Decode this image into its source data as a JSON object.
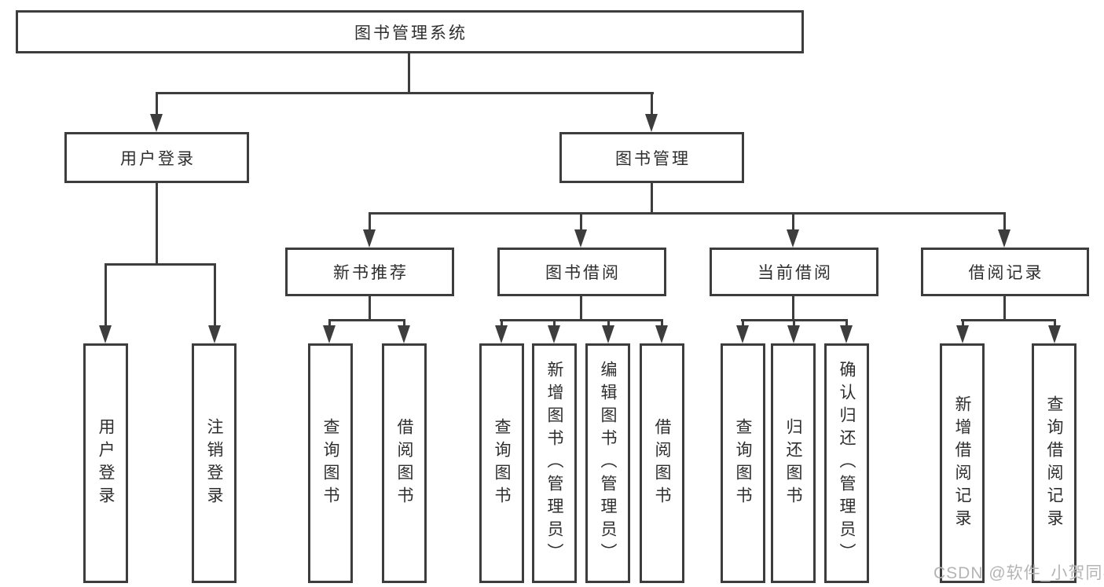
{
  "root": {
    "label": "图书管理系统"
  },
  "branches": {
    "user_login": {
      "label": "用户登录"
    },
    "book_mgmt": {
      "label": "图书管理"
    }
  },
  "modules": {
    "new_books": {
      "label": "新书推荐"
    },
    "book_borrow": {
      "label": "图书借阅"
    },
    "current_borrow": {
      "label": "当前借阅"
    },
    "borrow_records": {
      "label": "借阅记录"
    }
  },
  "functions": {
    "ul_login": "用户登录",
    "ul_logout": "注销登录",
    "nb_query": "查询图书",
    "nb_borrow": "借阅图书",
    "bb_query": "查询图书",
    "bb_add": "新增图书（管理员）",
    "bb_edit": "编辑图书（管理员）",
    "bb_borrow": "借阅图书",
    "cb_query": "查询图书",
    "cb_return": "归还图书",
    "cb_confirm": "确认归还（管理员）",
    "br_add": "新增借阅记录",
    "br_query": "查询借阅记录"
  },
  "watermark": "CSDN @软件_小贺同学",
  "colors": {
    "line": "#3d3d3d",
    "text": "#2e2e2e",
    "watermark": "#b4b4b4",
    "background": "#ffffff"
  }
}
